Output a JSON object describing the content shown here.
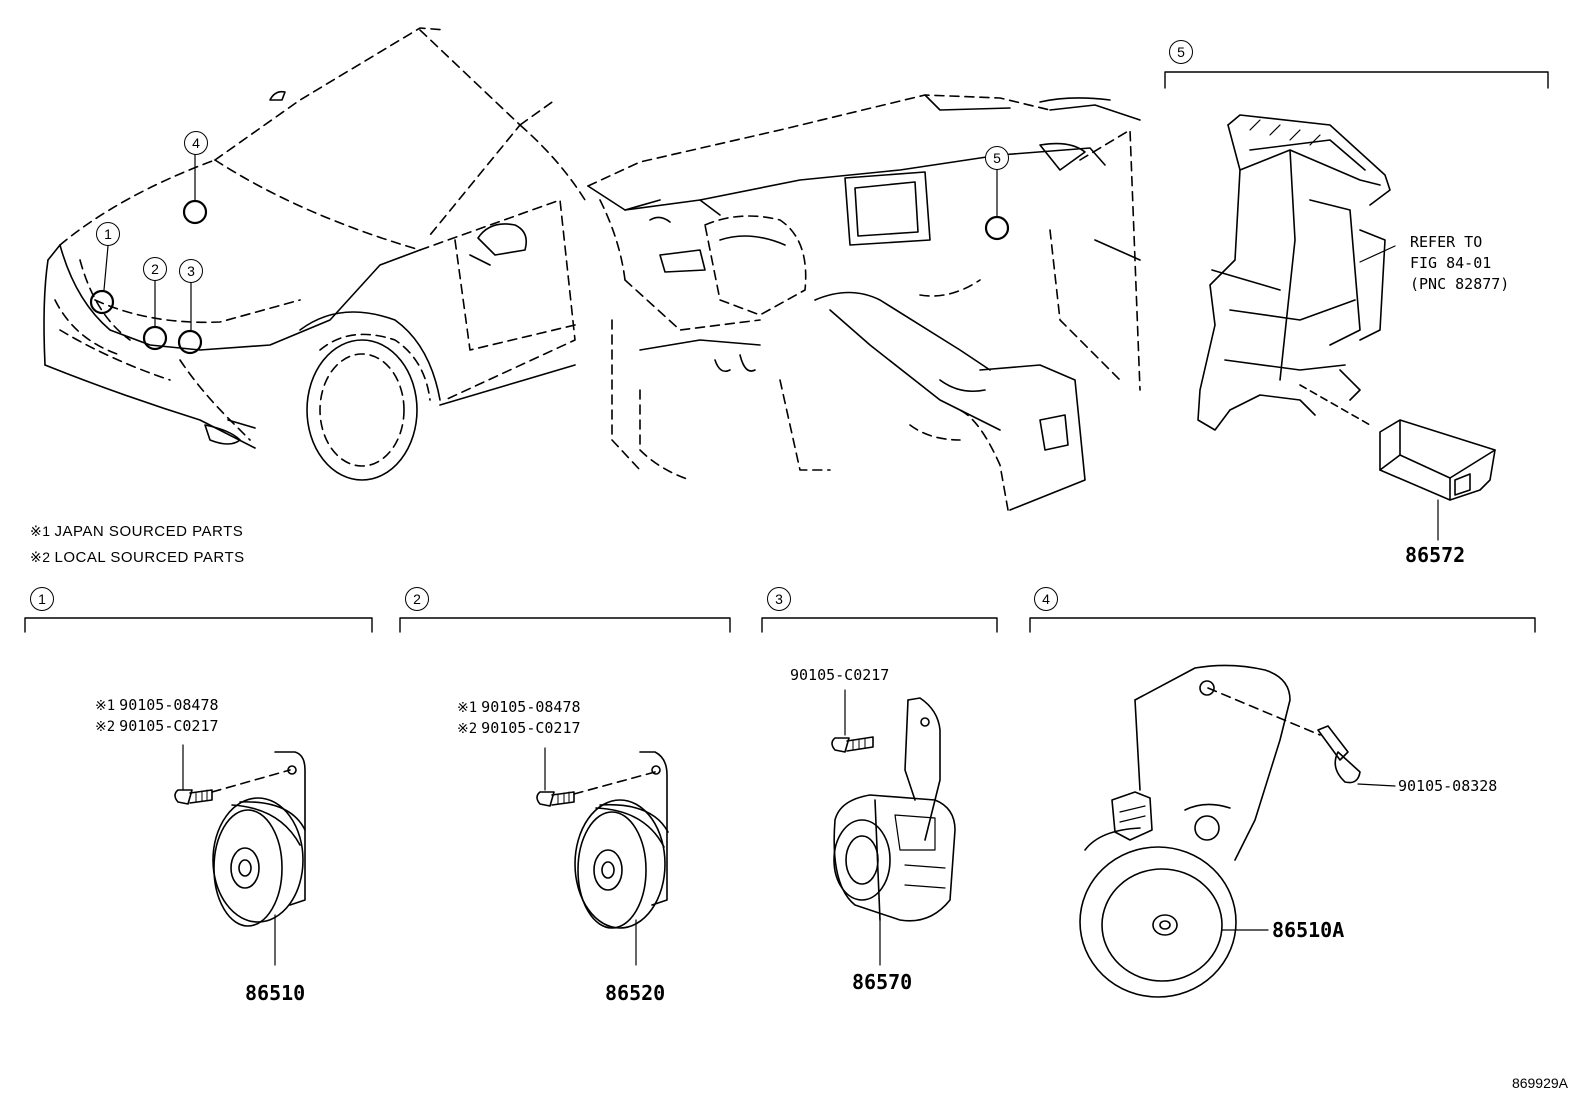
{
  "notes": [
    {
      "mark": "※1",
      "text": "JAPAN SOURCED PARTS"
    },
    {
      "mark": "※2",
      "text": "LOCAL SOURCED PARTS"
    }
  ],
  "callouts": {
    "c1": "1",
    "c2": "2",
    "c3": "3",
    "c4": "4",
    "c5": "5"
  },
  "sections": {
    "s1": {
      "num": "1",
      "bolt1_mark": "※1",
      "bolt1": "90105-08478",
      "bolt2_mark": "※2",
      "bolt2": "90105-C0217",
      "part": "86510"
    },
    "s2": {
      "num": "2",
      "bolt1_mark": "※1",
      "bolt1": "90105-08478",
      "bolt2_mark": "※2",
      "bolt2": "90105-C0217",
      "part": "86520"
    },
    "s3": {
      "num": "3",
      "bolt": "90105-C0217",
      "part": "86570"
    },
    "s4": {
      "num": "4",
      "bolt": "90105-08328",
      "part": "86510A"
    },
    "s5": {
      "num": "5",
      "ref_line1": "REFER TO",
      "ref_line2": "FIG 84-01",
      "ref_line3": "(PNC 82877)",
      "part": "86572"
    }
  },
  "illustration_code": "869929A"
}
